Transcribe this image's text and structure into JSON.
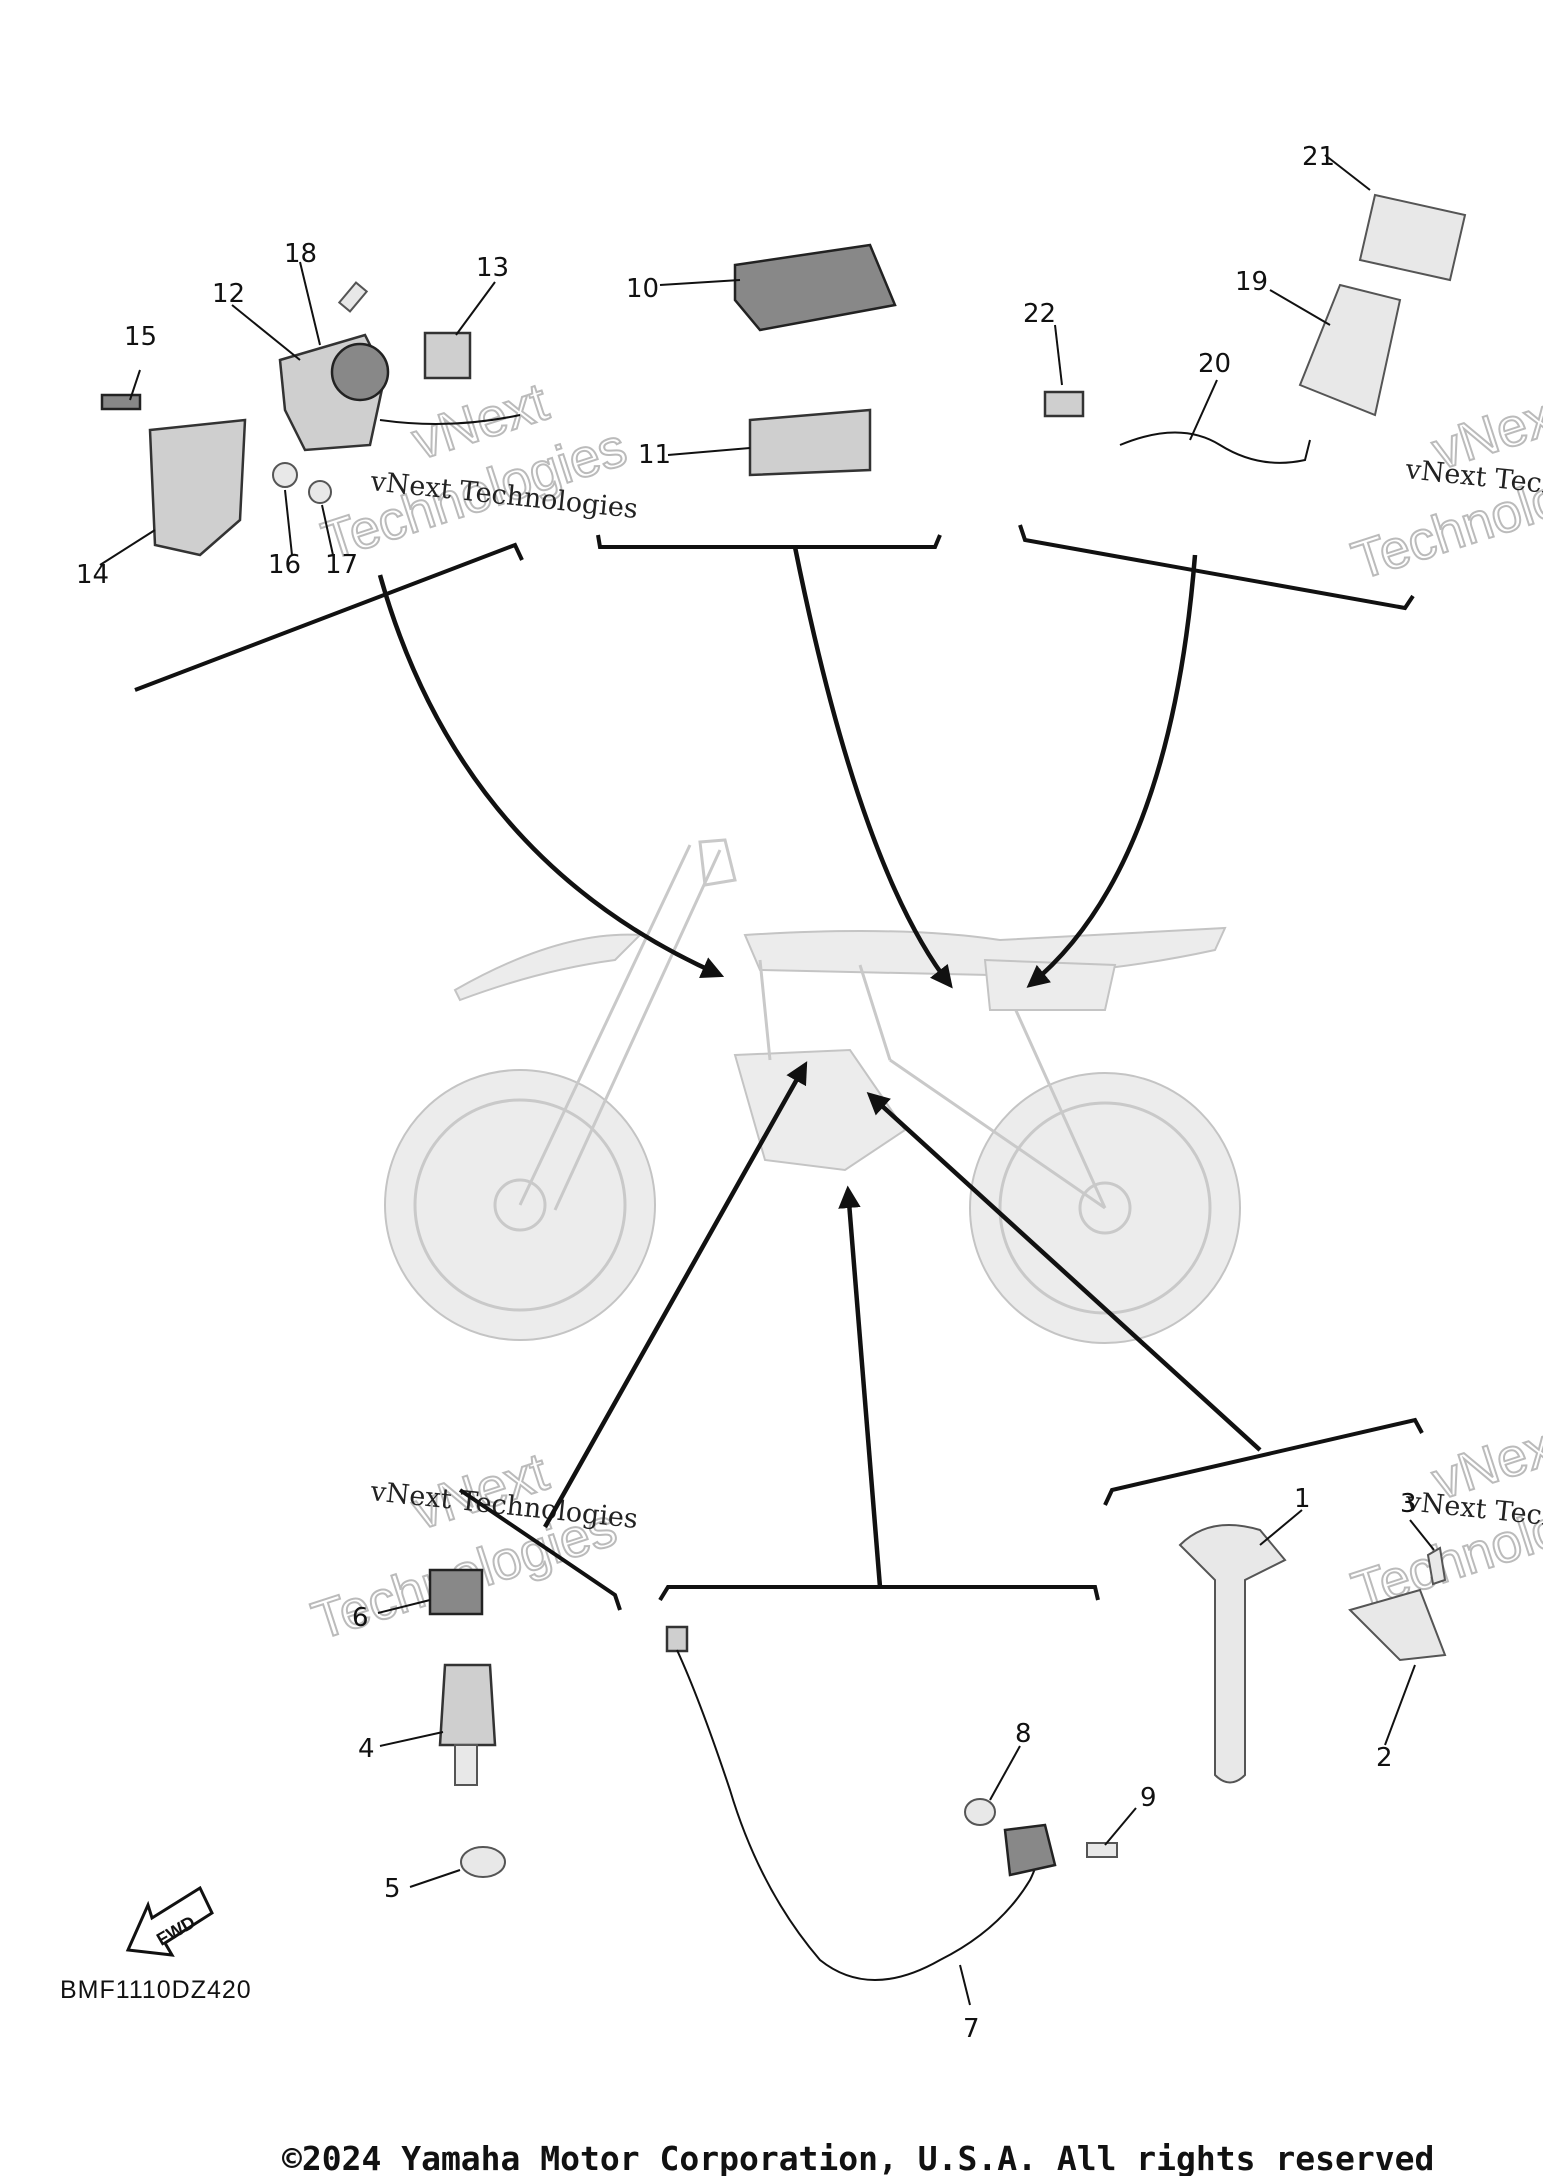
{
  "diagram_code": "BMF1110DZ420",
  "copyright": "©2024 Yamaha Motor Corporation, U.S.A. All rights reserved",
  "fwd_label": "FWD",
  "watermark": {
    "line1": "vNext Technologies",
    "line2a": "vNext",
    "line2b": "Technologies"
  },
  "callouts": [
    "1",
    "2",
    "3",
    "4",
    "5",
    "6",
    "7",
    "8",
    "9",
    "10",
    "11",
    "12",
    "13",
    "14",
    "15",
    "16",
    "17",
    "18",
    "19",
    "20",
    "21",
    "22"
  ]
}
